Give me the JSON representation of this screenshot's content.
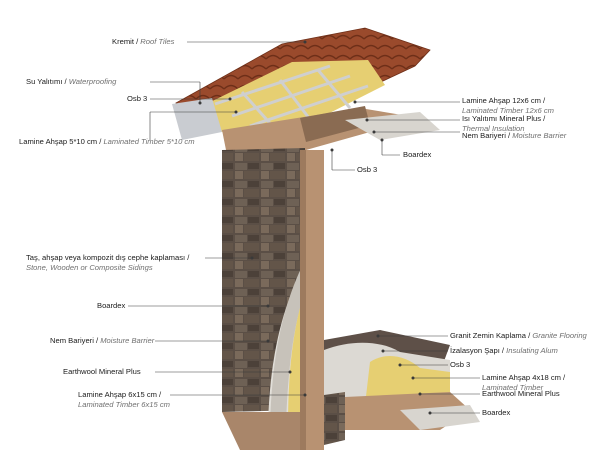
{
  "labels": {
    "kremit": {
      "tr": "Kremit",
      "en": "Roof Tiles"
    },
    "su_yalitimi": {
      "tr": "Su Yalıtımı",
      "en": "Waterproofing"
    },
    "osb3_top": {
      "tr": "Osb 3"
    },
    "lamine_5x10": {
      "tr": "Lamine Ahşap 5*10 cm",
      "en": "Laminated Timber 5*10 cm"
    },
    "lamine_12x6": {
      "tr": "Lamine Ahşap 12x6 cm /",
      "en": "Laminated Timber 12x6 cm"
    },
    "isi_yalitimi": {
      "tr": "Isı Yalıtımı Mineral Plus /",
      "en": "Thermal Insulation"
    },
    "nem_bariyeri_top": {
      "tr": "Nem Bariyeri",
      "en": "Moisture Barrier"
    },
    "boardex_top": {
      "tr": "Boardex"
    },
    "osb3_mid": {
      "tr": "Osb 3"
    },
    "tas_kaplama": {
      "tr": "Taş, ahşap veya kompozit dış cephe kaplaması /",
      "en": "Stone, Wooden or Composite Sidings"
    },
    "boardex_mid": {
      "tr": "Boardex"
    },
    "nem_bariyeri_left": {
      "tr": "Nem Bariyeri",
      "en": "Moisture Barrier"
    },
    "earthwool_left": {
      "tr": "Earthwool Mineral Plus"
    },
    "lamine_6x15": {
      "tr": "Lamine Ahşap 6x15 cm /",
      "en": "Laminated Timber 6x15 cm"
    },
    "granit": {
      "tr": "Granit Zemin Kaplama",
      "en": "Granite Flooring"
    },
    "izolasyon": {
      "tr": "İzalasyon Şapı",
      "en": "Insulating Alum"
    },
    "osb3_floor": {
      "tr": "Osb 3"
    },
    "lamine_4x18": {
      "tr": "Lamine Ahşap 4x18 cm /",
      "en": "Laminated Timber"
    },
    "earthwool_right": {
      "tr": "Earthwool Mineral Plus"
    },
    "boardex_floor": {
      "tr": "Boardex"
    }
  },
  "colors": {
    "roof_tile": "#9a4a2c",
    "timber": "#b89272",
    "stone": "#5b4f46",
    "insulation": "#e6cf72",
    "boardex": "#d8d5cf",
    "leader": "#3a3a3a"
  }
}
